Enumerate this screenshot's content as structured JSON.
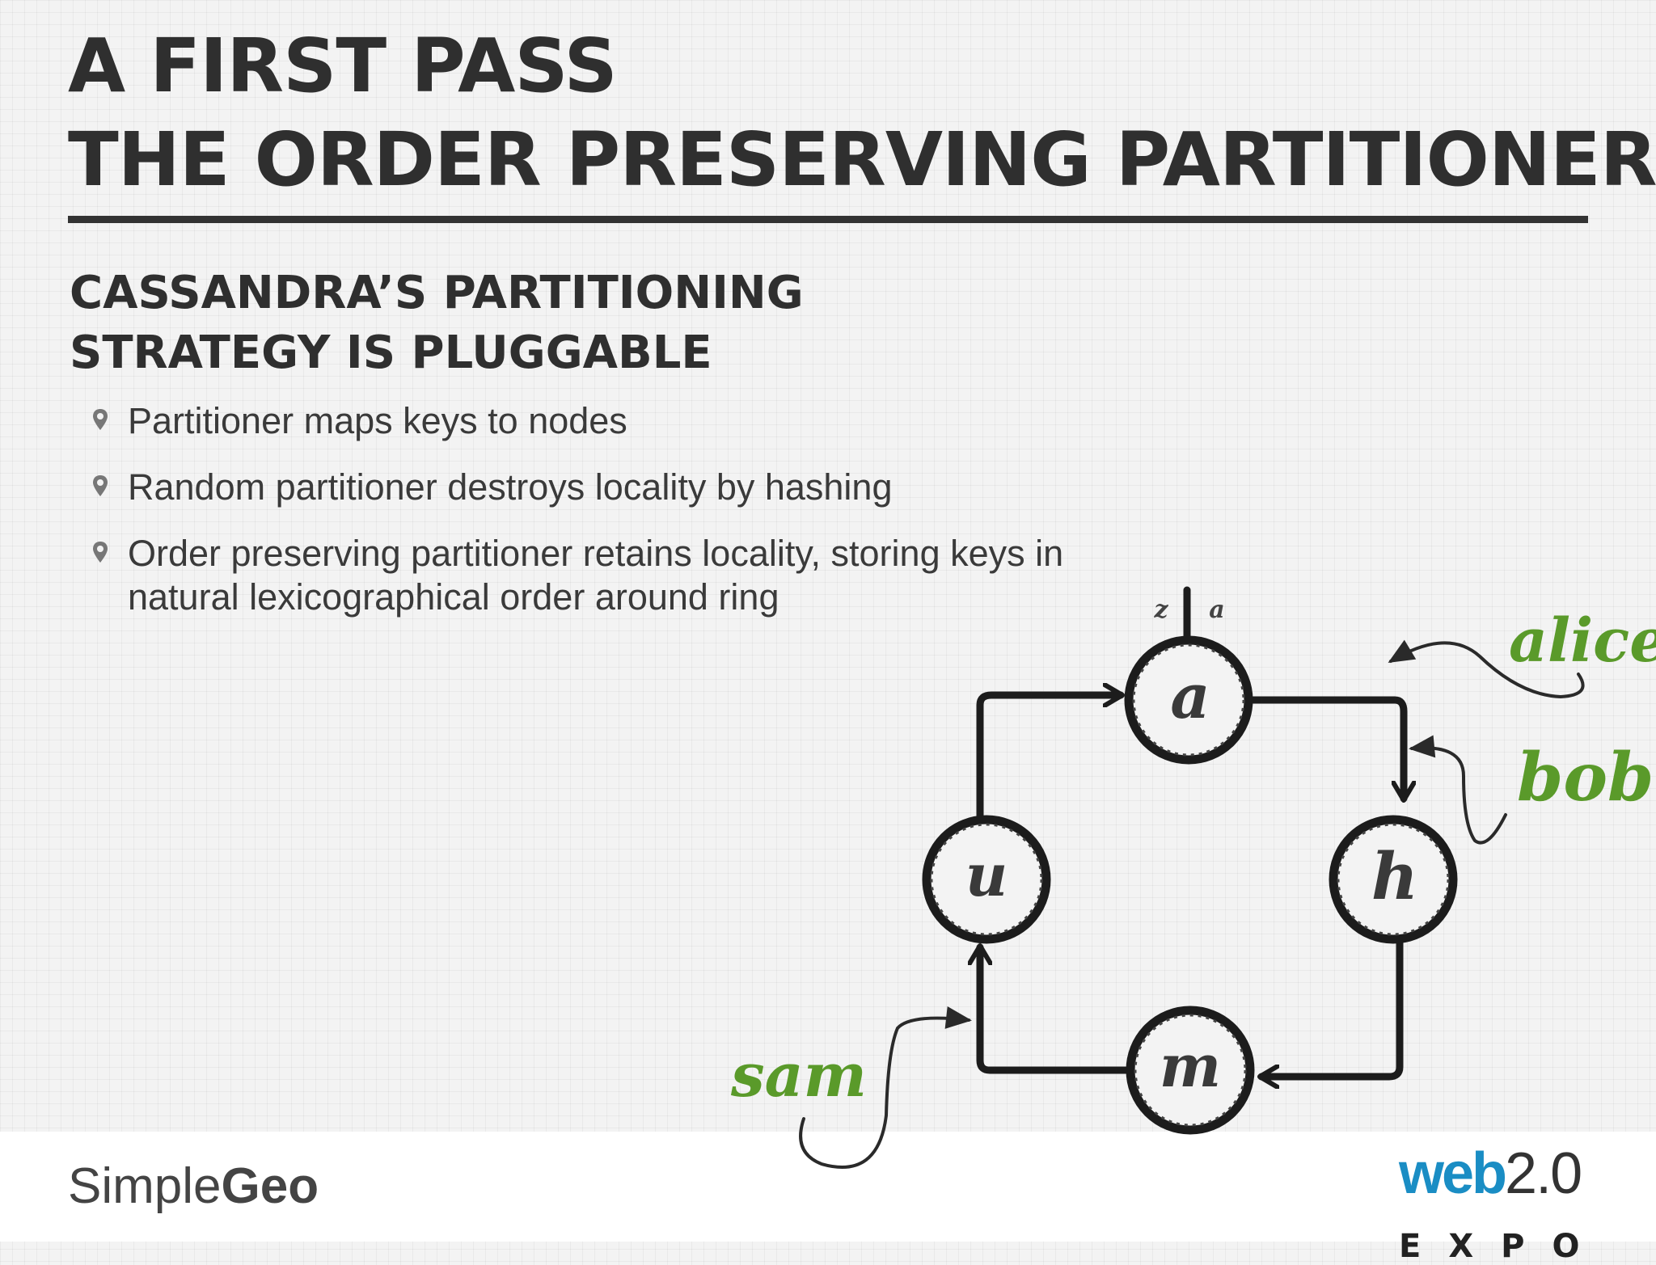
{
  "slide": {
    "title_lines": [
      "A FIRST PASS",
      "THE ORDER PRESERVING PARTITIONER"
    ],
    "subtitle_lines": [
      "CASSANDRA’S PARTITIONING",
      "STRATEGY IS PLUGGABLE"
    ],
    "bullets": [
      "Partitioner maps keys to nodes",
      "Random partitioner destroys locality by hashing",
      "Order preserving partitioner retains locality, storing keys in natural lexicographical order around ring"
    ]
  },
  "diagram": {
    "nodes": [
      {
        "id": "a",
        "label": "a"
      },
      {
        "id": "h",
        "label": "h"
      },
      {
        "id": "m",
        "label": "m"
      },
      {
        "id": "u",
        "label": "u"
      }
    ],
    "wrap_marks": {
      "left": "z",
      "right": "a"
    },
    "keys": [
      {
        "label": "alice"
      },
      {
        "label": "bob"
      },
      {
        "label": "sam"
      }
    ],
    "colors": {
      "ring": "#1c1c1c",
      "keys": "#5a9a2a"
    }
  },
  "footer": {
    "simplegeo_light": "Simple",
    "simplegeo_bold": "Geo",
    "web_label": "web",
    "version_label": "2.0",
    "expo_label": "EXPO"
  }
}
